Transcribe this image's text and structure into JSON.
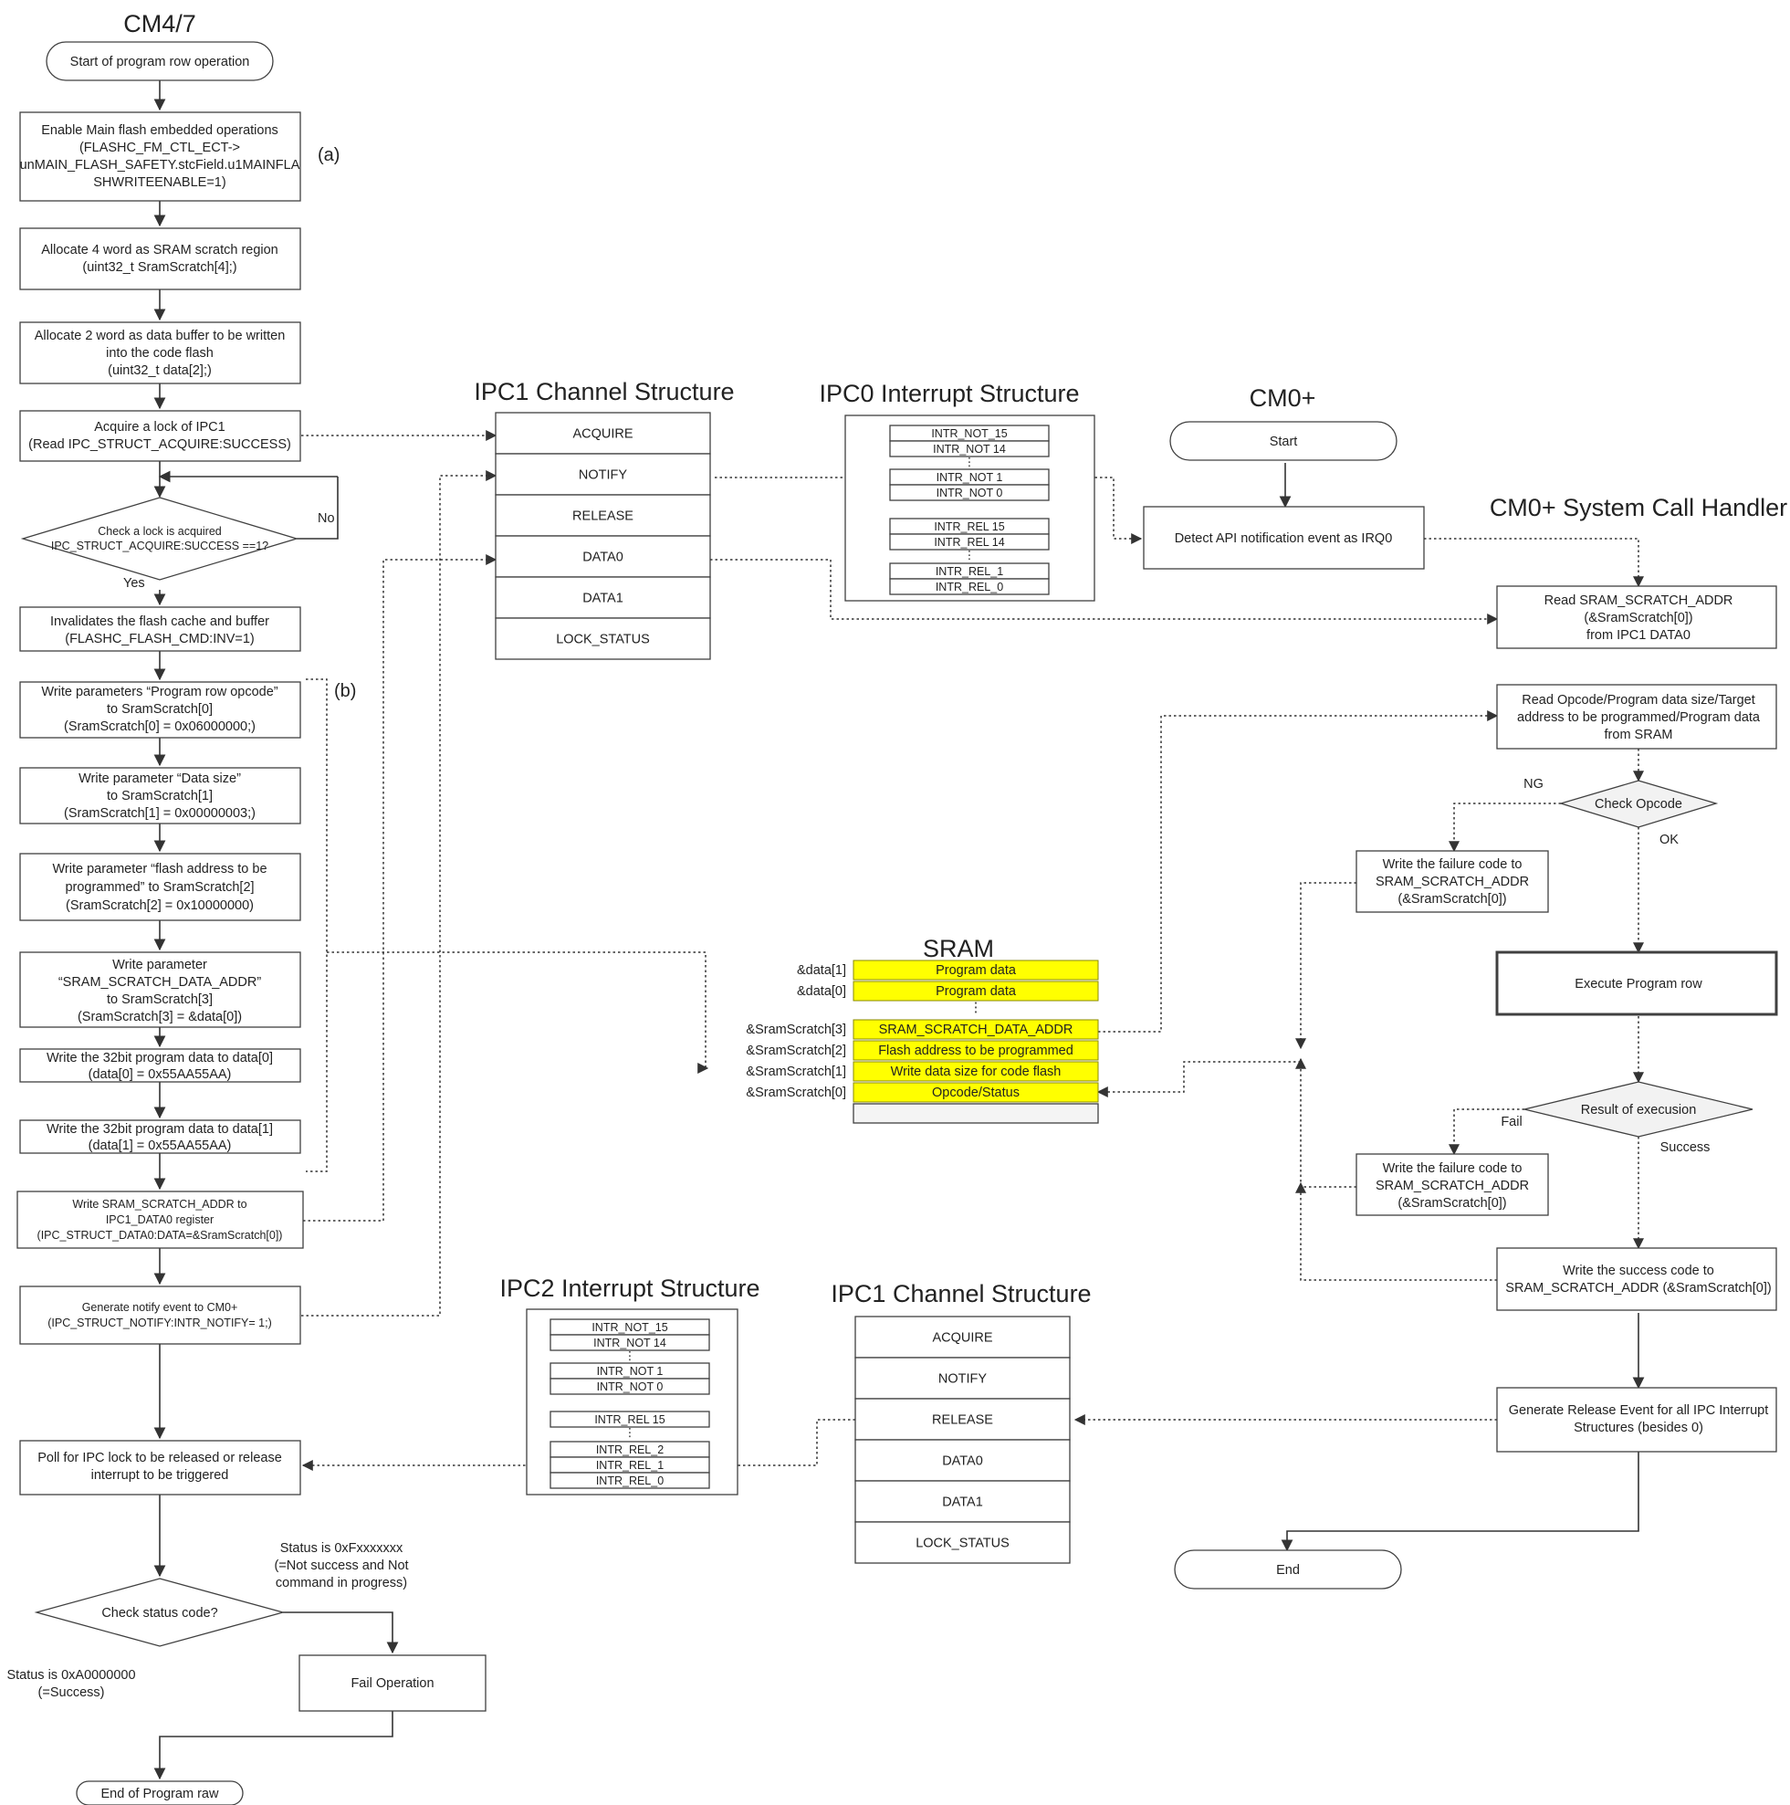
{
  "titles": {
    "cm47": "CM4/7",
    "ipc1_top": "IPC1 Channel Structure",
    "ipc0": "IPC0 Interrupt Structure",
    "cm0": "CM0+",
    "handler": "CM0+ System Call Handler",
    "sram": "SRAM",
    "ipc2": "IPC2 Interrupt Structure",
    "ipc1_bottom": "IPC1 Channel Structure"
  },
  "left_flow": {
    "start": "Start of program row operation",
    "step_a": [
      "Enable Main flash embedded operations",
      "(FLASHC_FM_CTL_ECT->",
      "unMAIN_FLASH_SAFETY.stcField.u1MAINFLA",
      "SHWRITEENABLE=1)"
    ],
    "tag_a": "(a)",
    "scratch": [
      "Allocate 4 word as SRAM scratch region",
      "(uint32_t SramScratch[4];)"
    ],
    "buffer": [
      "Allocate 2 word as data buffer to be written",
      "into the code flash",
      "(uint32_t data[2];)"
    ],
    "lock": [
      "Acquire a lock of IPC1",
      "(Read IPC_STRUCT_ACQUIRE:SUCCESS)"
    ],
    "check_lock": [
      "Check a lock is acquired",
      "IPC_STRUCT_ACQUIRE:SUCCESS ==1?"
    ],
    "no": "No",
    "yes": "Yes",
    "invalidate": [
      "Invalidates the flash cache and buffer",
      "(FLASHC_FLASH_CMD:INV=1)"
    ],
    "param0": [
      "Write parameters “Program row opcode”",
      "to SramScratch[0]",
      "(SramScratch[0] = 0x06000000;)"
    ],
    "tag_b": "(b)",
    "param1": [
      "Write parameter “Data size”",
      "to SramScratch[1]",
      "(SramScratch[1] = 0x00000003;)"
    ],
    "param2": [
      "Write parameter “flash address to be",
      "programmed” to SramScratch[2]",
      "(SramScratch[2] = 0x10000000)"
    ],
    "param3": [
      "Write parameter",
      "“SRAM_SCRATCH_DATA_ADDR”",
      "to SramScratch[3]",
      "(SramScratch[3] = &data[0])"
    ],
    "data0": [
      "Write the 32bit program data to data[0]",
      "(data[0] = 0x55AA55AA)"
    ],
    "data1": [
      "Write the 32bit program data to data[1]",
      "(data[1] = 0x55AA55AA)"
    ],
    "write_addr": [
      "Write SRAM_SCRATCH_ADDR to",
      "IPC1_DATA0 register",
      "(IPC_STRUCT_DATA0:DATA=&SramScratch[0])"
    ],
    "notify": [
      "Generate notify event to CM0+",
      "(IPC_STRUCT_NOTIFY:INTR_NOTIFY= 1;)"
    ],
    "poll": [
      "Poll for IPC lock to be released or release",
      "interrupt to be triggered"
    ],
    "check_status": "Check status code?",
    "status_fail": [
      "Status is 0xFxxxxxxx",
      "(=Not success and Not",
      "command in progress)"
    ],
    "status_ok": [
      "Status is 0xA0000000",
      "(=Success)"
    ],
    "fail_op": "Fail Operation",
    "end": "End of Program raw"
  },
  "ipc1_channel": [
    "ACQUIRE",
    "NOTIFY",
    "RELEASE",
    "DATA0",
    "DATA1",
    "LOCK_STATUS"
  ],
  "ipc0_interrupt": {
    "notify_hi": [
      "INTR_NOT_15",
      "INTR_NOT 14"
    ],
    "notify_lo": [
      "INTR_NOT 1",
      "INTR_NOT 0"
    ],
    "rel_hi": [
      "INTR_REL 15",
      "INTR_REL 14"
    ],
    "rel_lo": [
      "INTR_REL_1",
      "INTR_REL_0"
    ],
    "dots": "⋮"
  },
  "ipc2_interrupt": {
    "notify_hi": [
      "INTR_NOT_15",
      "INTR_NOT 14"
    ],
    "notify_lo": [
      "INTR_NOT 1",
      "INTR_NOT 0"
    ],
    "rel_hi": [
      "INTR_REL 15"
    ],
    "rel_lo": [
      "INTR_REL_2",
      "INTR_REL_1",
      "INTR_REL_0"
    ],
    "dots": "⋮"
  },
  "sram": {
    "rows": [
      {
        "label": "&data[1]",
        "value": "Program data"
      },
      {
        "label": "&data[0]",
        "value": "Program data"
      },
      {
        "label": "&SramScratch[3]",
        "value": "SRAM_SCRATCH_DATA_ADDR"
      },
      {
        "label": "&SramScratch[2]",
        "value": "Flash address to be programmed"
      },
      {
        "label": "&SramScratch[1]",
        "value": "Write data size for code flash"
      },
      {
        "label": "&SramScratch[0]",
        "value": "Opcode/Status"
      }
    ],
    "dots": "⋮",
    "highlight_color": "#ffff00"
  },
  "cm0_flow": {
    "start": "Start",
    "detect": "Detect API notification event as IRQ0",
    "read_addr": [
      "Read  SRAM_SCRATCH_ADDR",
      "(&SramScratch[0])",
      "from IPC1 DATA0"
    ],
    "read_params": [
      "Read  Opcode/Program data size/Target",
      "address to be programmed/Program data",
      "from SRAM"
    ],
    "check_opcode": "Check Opcode",
    "ng": "NG",
    "ok": "OK",
    "fail_code_1": [
      "Write the failure code to",
      "SRAM_SCRATCH_ADDR",
      "(&SramScratch[0])"
    ],
    "execute": "Execute Program row",
    "result": "Result of execusion",
    "fail": "Fail",
    "success": "Success",
    "fail_code_2": [
      "Write the failure code to",
      "SRAM_SCRATCH_ADDR",
      "(&SramScratch[0])"
    ],
    "success_code": [
      "Write the success code to",
      "SRAM_SCRATCH_ADDR (&SramScratch[0])"
    ],
    "release": [
      "Generate Release Event for all IPC Interrupt",
      "Structures (besides 0)"
    ],
    "end": "End"
  }
}
